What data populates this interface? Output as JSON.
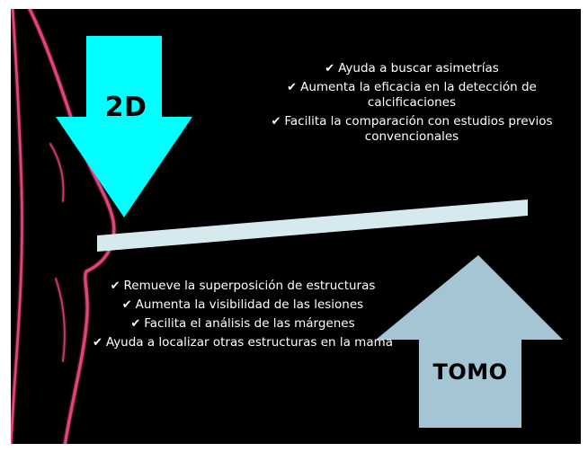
{
  "top_arrow": {
    "label": "2D",
    "color": "#00ffff"
  },
  "bottom_arrow": {
    "label": "TOMO",
    "color": "#a4c6d4"
  },
  "compression_bar_color": "#d6e9ef",
  "figure_color": "#e2447c",
  "check_icon": "✔",
  "top_bullets": [
    "Ayuda a buscar asimetrías",
    "Aumenta la eficacia en la detección de calcificaciones",
    "Facilita la comparación con estudios previos convencionales"
  ],
  "bottom_bullets": [
    "Remueve la superposición de estructuras",
    "Aumenta la visibilidad de las lesiones",
    "Facilita el análisis de las márgenes",
    "Ayuda a localizar otras estructuras en la mama"
  ]
}
